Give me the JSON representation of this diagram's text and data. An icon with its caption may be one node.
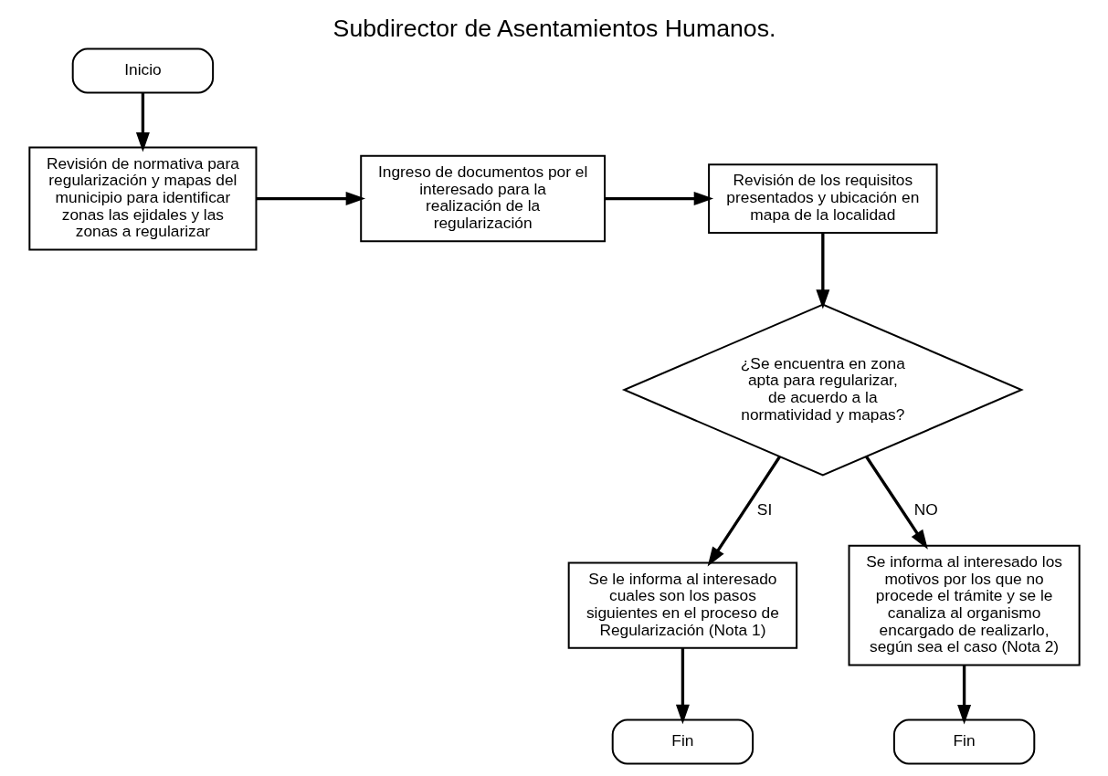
{
  "diagram": {
    "title": "Subdirector de Asentamientos Humanos.",
    "nodes": [
      {
        "text": [
          "Inicio"
        ]
      },
      {
        "text": [
          "Revisión de normativa para regularización y mapas del municipio para identificar zonas las ejidales y las zonas a regularizar"
        ]
      },
      {
        "text": [
          "Ingreso de documentos por el interesado para la realización de la regularización"
        ]
      },
      {
        "text": [
          "Revisión de los requisitos presentados y ubicación en mapa de la localidad"
        ]
      },
      {
        "text": [
          "¿Se encuentra en zona apta para regularizar, de acuerdo a la normatividad y mapas?"
        ]
      },
      {
        "text": [
          "Se le informa al interesado cuales son los pasos siguientes en el proceso de Regularización (Nota 1)"
        ]
      },
      {
        "text": [
          "Fin"
        ]
      },
      {
        "text": [
          "Se informa al interesado los motivos por los que no procede el trámite y se le canaliza al organismo encargado de realizarlo, según sea el caso (Nota 2)"
        ]
      },
      {
        "text": [
          "Fin"
        ]
      }
    ],
    "edges": [
      {
        "from": 0,
        "to": 1,
        "arrow": "to"
      },
      {
        "from": 1,
        "to": 2,
        "arrow": "to"
      },
      {
        "from": 2,
        "to": 3,
        "arrow": "to"
      },
      {
        "from": 3,
        "to": 4,
        "arrow": "to"
      },
      {
        "from": 4,
        "to": 5,
        "arrow": "to",
        "label": "SI"
      },
      {
        "from": 5,
        "to": 6,
        "arrow": "to"
      },
      {
        "from": 4,
        "to": 7,
        "arrow": "to",
        "label": "NO"
      },
      {
        "from": 7,
        "to": 8,
        "arrow": "to"
      }
    ]
  }
}
